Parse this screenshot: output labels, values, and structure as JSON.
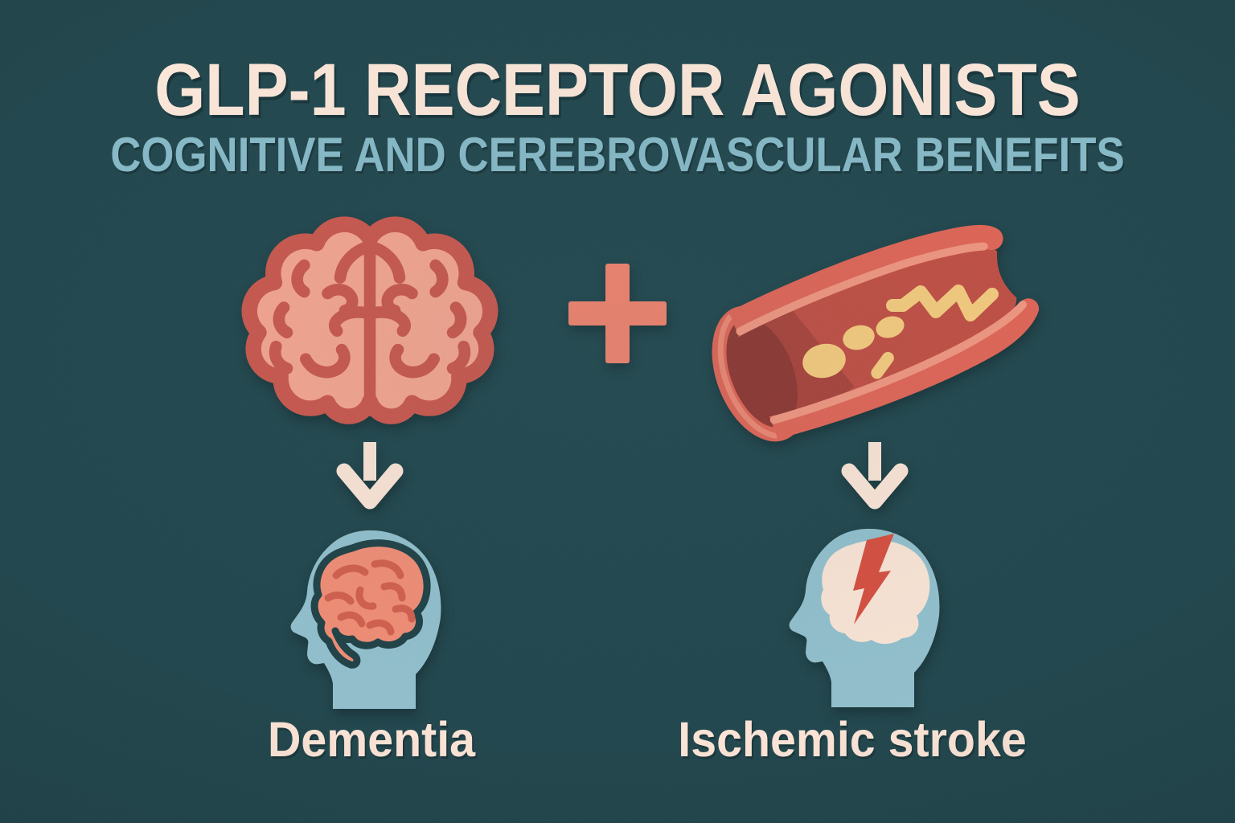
{
  "infographic": {
    "title": "GLP-1 RECEPTOR AGONISTS",
    "subtitle": "COGNITIVE AND CEREBROVASCULAR BENEFITS",
    "equation": {
      "left_icon": "brain-icon",
      "operator": "+",
      "right_icon": "clogged-blood-vessel-icon"
    },
    "outcomes": [
      {
        "icon": "head-with-brain-icon",
        "connector": "down-arrow-icon",
        "label": "Dementia"
      },
      {
        "icon": "head-with-lightning-bolt-icon",
        "connector": "down-arrow-icon",
        "label": "Ischemic stroke"
      }
    ],
    "colors": {
      "background": "#1e434a",
      "title_text": "#fce6d8",
      "subtitle_text": "#85b8c6",
      "label_text": "#fbe3d5",
      "arrow": "#fbe3d5",
      "plus_sign": "#f3806b",
      "brain_fill": "#f5a38d",
      "brain_outline": "#c9544a",
      "vessel_wall": "#e16253",
      "vessel_wall_highlight": "#f2947e",
      "vessel_lumen": "#c14b40",
      "vessel_lumen_shadow": "#a93f37",
      "vessel_opening": "#8e332e",
      "plaque": "#f7ca7b",
      "head_silhouette": "#8fbdca",
      "dementia_brain": "#ef8a72",
      "dementia_brain_marks": "#d05c4a",
      "brain_dark_outline": "#1c3e43",
      "stroke_brain": "#f8e2d3",
      "lightning_bolt": "#d44b3c"
    }
  }
}
